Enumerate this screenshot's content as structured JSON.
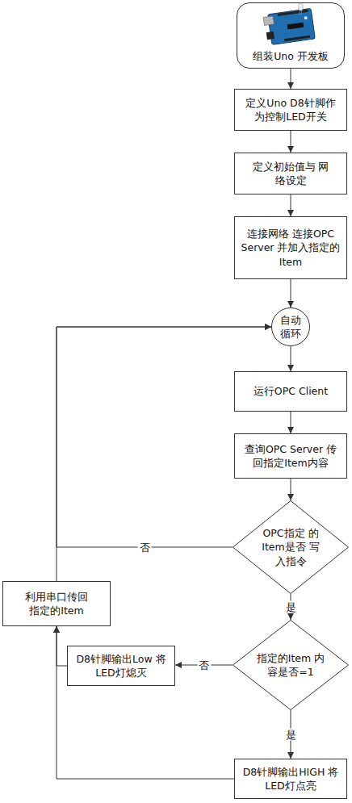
{
  "diagram": {
    "nodes": [
      {
        "text": [
          "组装Uno 开发板"
        ]
      },
      {
        "text": [
          "定义Uno D8针脚作 为控制LED开关"
        ]
      },
      {
        "text": [
          "定义初始值与 网络设定"
        ]
      },
      {
        "text": [
          "连接网络 连接OPC Server 并加入指定的Item"
        ]
      },
      {
        "text": [
          "自动 循环"
        ]
      },
      {
        "text": [
          "运行OPC Client"
        ]
      },
      {
        "text": [
          "查询OPC Server 传回指定Item内容"
        ]
      },
      {
        "text": [
          "OPC指定 的Item是否 写入指令"
        ]
      },
      {
        "text": [
          "利用串口传回 指定的Item"
        ]
      },
      {
        "text": [
          "指定的Item 内容是否=1"
        ]
      },
      {
        "text": [
          "D8针脚输出Low 将LED灯熄灭"
        ]
      },
      {
        "text": [
          "D8针脚输出HIGH 将LED灯点亮"
        ]
      }
    ],
    "edges": [
      {
        "from": 0,
        "to": 1,
        "arrow": "to"
      },
      {
        "from": 1,
        "to": 2,
        "arrow": "to"
      },
      {
        "from": 2,
        "to": 3,
        "arrow": "to"
      },
      {
        "from": 3,
        "to": 4,
        "arrow": "to"
      },
      {
        "from": 4,
        "to": 5,
        "arrow": "to"
      },
      {
        "from": 5,
        "to": 6,
        "arrow": "to"
      },
      {
        "from": 6,
        "to": 7,
        "arrow": "to"
      },
      {
        "from": 7,
        "to": 9,
        "label": "是",
        "arrow": "to"
      },
      {
        "from": 7,
        "to": 4,
        "label": "否",
        "arrow": "to"
      },
      {
        "from": 9,
        "to": 11,
        "label": "是",
        "arrow": "to"
      },
      {
        "from": 9,
        "to": 10,
        "label": "否",
        "arrow": "to"
      },
      {
        "from": 10,
        "to": 8,
        "arrow": "to"
      },
      {
        "from": 11,
        "to": 8,
        "arrow": "to"
      },
      {
        "from": 8,
        "to": 4,
        "arrow": "to"
      }
    ]
  }
}
